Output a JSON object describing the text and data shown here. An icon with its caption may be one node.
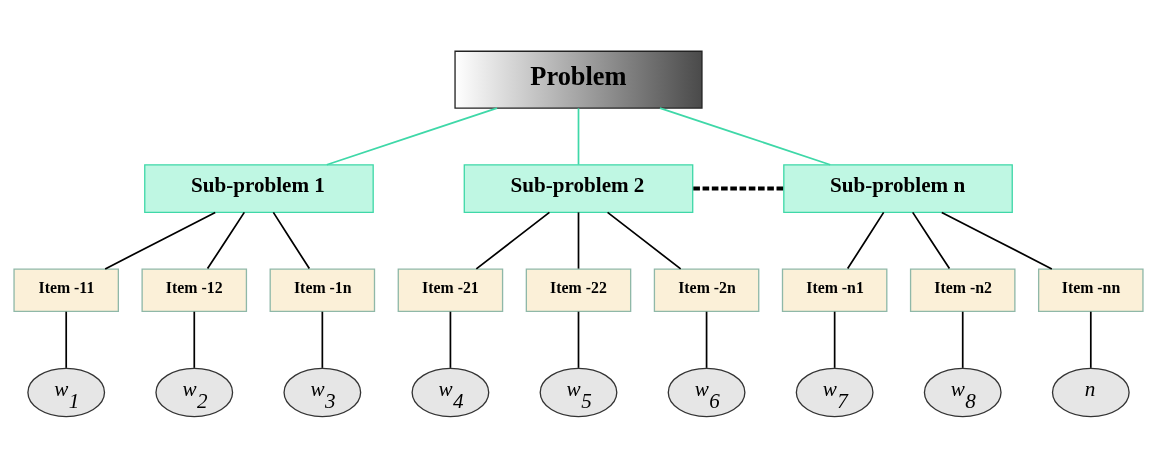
{
  "diagram": {
    "nodes": [
      {
        "text": [
          "Problem"
        ]
      },
      {
        "text": [
          "Sub-problem 1"
        ]
      },
      {
        "text": [
          "Sub-problem 2"
        ]
      },
      {
        "text": [
          "Sub-problem n"
        ]
      },
      {
        "text": [
          "Item -11"
        ]
      },
      {
        "text": [
          "Item -12"
        ]
      },
      {
        "text": [
          "Item -1n"
        ]
      },
      {
        "text": [
          "Item -21"
        ]
      },
      {
        "text": [
          "Item -22"
        ]
      },
      {
        "text": [
          "Item -2n"
        ]
      },
      {
        "text": [
          "Item -n1"
        ]
      },
      {
        "text": [
          "Item -n2"
        ]
      },
      {
        "text": [
          "Item -nn"
        ]
      },
      {
        "text": [
          "w$_{1}$"
        ]
      },
      {
        "text": [
          "w$_{2}$"
        ]
      },
      {
        "text": [
          "w$_{3}$"
        ]
      },
      {
        "text": [
          "w$_{4}$"
        ]
      },
      {
        "text": [
          "w$_{5}$"
        ]
      },
      {
        "text": [
          "w$_{6}$"
        ]
      },
      {
        "text": [
          "w$_{7}$"
        ]
      },
      {
        "text": [
          "w$_{8}$"
        ]
      },
      {
        "text": [
          "n"
        ]
      }
    ],
    "edges": [
      {
        "from": 0,
        "to": 1,
        "arrow": "none",
        "color": "#3fd8a8"
      },
      {
        "from": 0,
        "to": 2,
        "arrow": "none",
        "color": "#3fd8a8"
      },
      {
        "from": 0,
        "to": 3,
        "arrow": "none",
        "color": "#3fd8a8"
      },
      {
        "from": 2,
        "to": 3,
        "arrow": "none",
        "style": "dashed"
      },
      {
        "from": 1,
        "to": 4,
        "arrow": "none"
      },
      {
        "from": 1,
        "to": 5,
        "arrow": "none"
      },
      {
        "from": 1,
        "to": 6,
        "arrow": "none"
      },
      {
        "from": 2,
        "to": 7,
        "arrow": "none"
      },
      {
        "from": 2,
        "to": 8,
        "arrow": "none"
      },
      {
        "from": 2,
        "to": 9,
        "arrow": "none"
      },
      {
        "from": 3,
        "to": 10,
        "arrow": "none"
      },
      {
        "from": 3,
        "to": 11,
        "arrow": "none"
      },
      {
        "from": 3,
        "to": 12,
        "arrow": "none"
      },
      {
        "from": 4,
        "to": 13,
        "arrow": "none"
      },
      {
        "from": 5,
        "to": 14,
        "arrow": "none"
      },
      {
        "from": 6,
        "to": 15,
        "arrow": "none"
      },
      {
        "from": 7,
        "to": 16,
        "arrow": "none"
      },
      {
        "from": 8,
        "to": 17,
        "arrow": "none"
      },
      {
        "from": 9,
        "to": 18,
        "arrow": "none"
      },
      {
        "from": 10,
        "to": 19,
        "arrow": "none"
      },
      {
        "from": 11,
        "to": 20,
        "arrow": "none"
      },
      {
        "from": 12,
        "to": 21,
        "arrow": "none"
      }
    ]
  }
}
